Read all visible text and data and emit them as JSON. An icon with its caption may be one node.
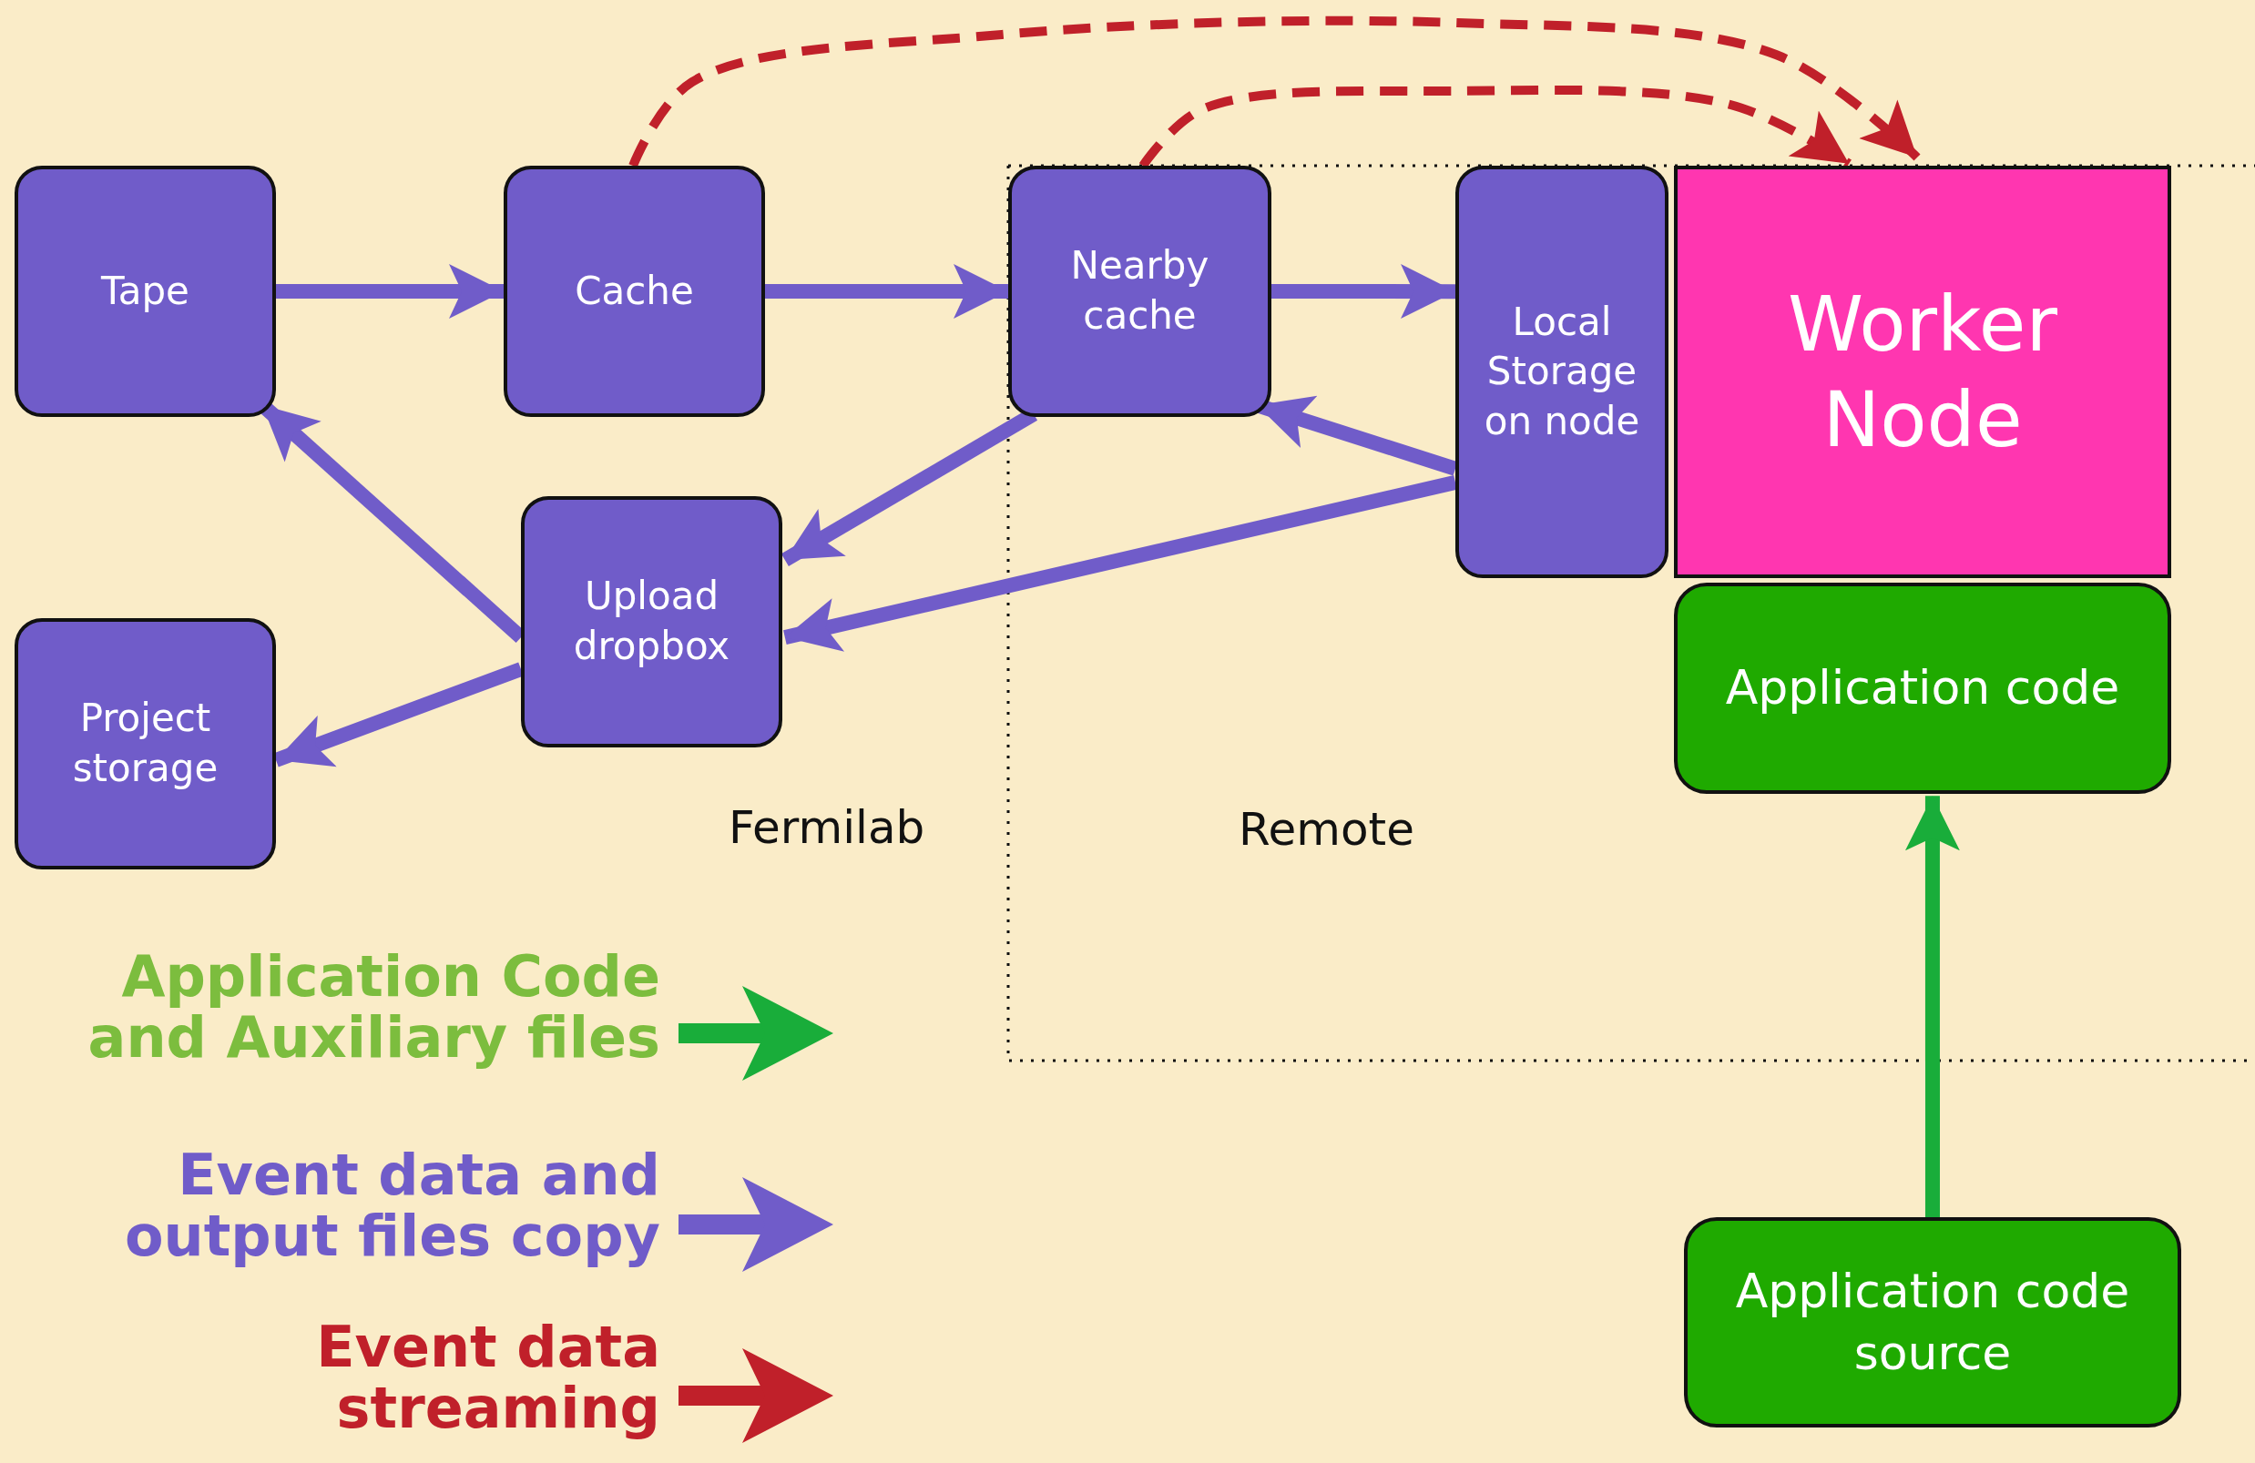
{
  "diagram": {
    "nodes": [
      {
        "text": [
          "Tape"
        ]
      },
      {
        "text": [
          "Cache"
        ]
      },
      {
        "text": [
          "Nearby cache"
        ]
      },
      {
        "text": [
          "Local Storage on node"
        ]
      },
      {
        "text": [
          "Worker Node"
        ]
      },
      {
        "text": [
          "Application code"
        ]
      },
      {
        "text": [
          "Upload dropbox"
        ]
      },
      {
        "text": [
          "Project storage"
        ]
      },
      {
        "text": [
          "Application code source"
        ]
      }
    ],
    "edges": [
      {
        "from": 0,
        "to": 1,
        "arrow": "to"
      },
      {
        "from": 1,
        "to": 2,
        "arrow": "to"
      },
      {
        "from": 2,
        "to": 3,
        "arrow": "to"
      },
      {
        "from": 3,
        "to": 2,
        "arrow": "to"
      },
      {
        "from": 2,
        "to": 6,
        "arrow": "to"
      },
      {
        "from": 3,
        "to": 6,
        "arrow": "to"
      },
      {
        "from": 6,
        "to": 0,
        "arrow": "to"
      },
      {
        "from": 6,
        "to": 7,
        "arrow": "to"
      },
      {
        "from": 1,
        "to": 4,
        "arrow": "to",
        "style": "dashed",
        "color": "#c0202a"
      },
      {
        "from": 2,
        "to": 4,
        "arrow": "to",
        "style": "dashed",
        "color": "#c0202a"
      },
      {
        "from": 8,
        "to": 5,
        "arrow": "to",
        "color": "#19ad3a"
      }
    ],
    "labels": [
      "Fermilab",
      "Remote"
    ],
    "legend": [
      {
        "text": "Application Code and Auxiliary files"
      },
      {
        "text": "Event data and output files copy"
      },
      {
        "text": "Event data streaming"
      }
    ]
  }
}
